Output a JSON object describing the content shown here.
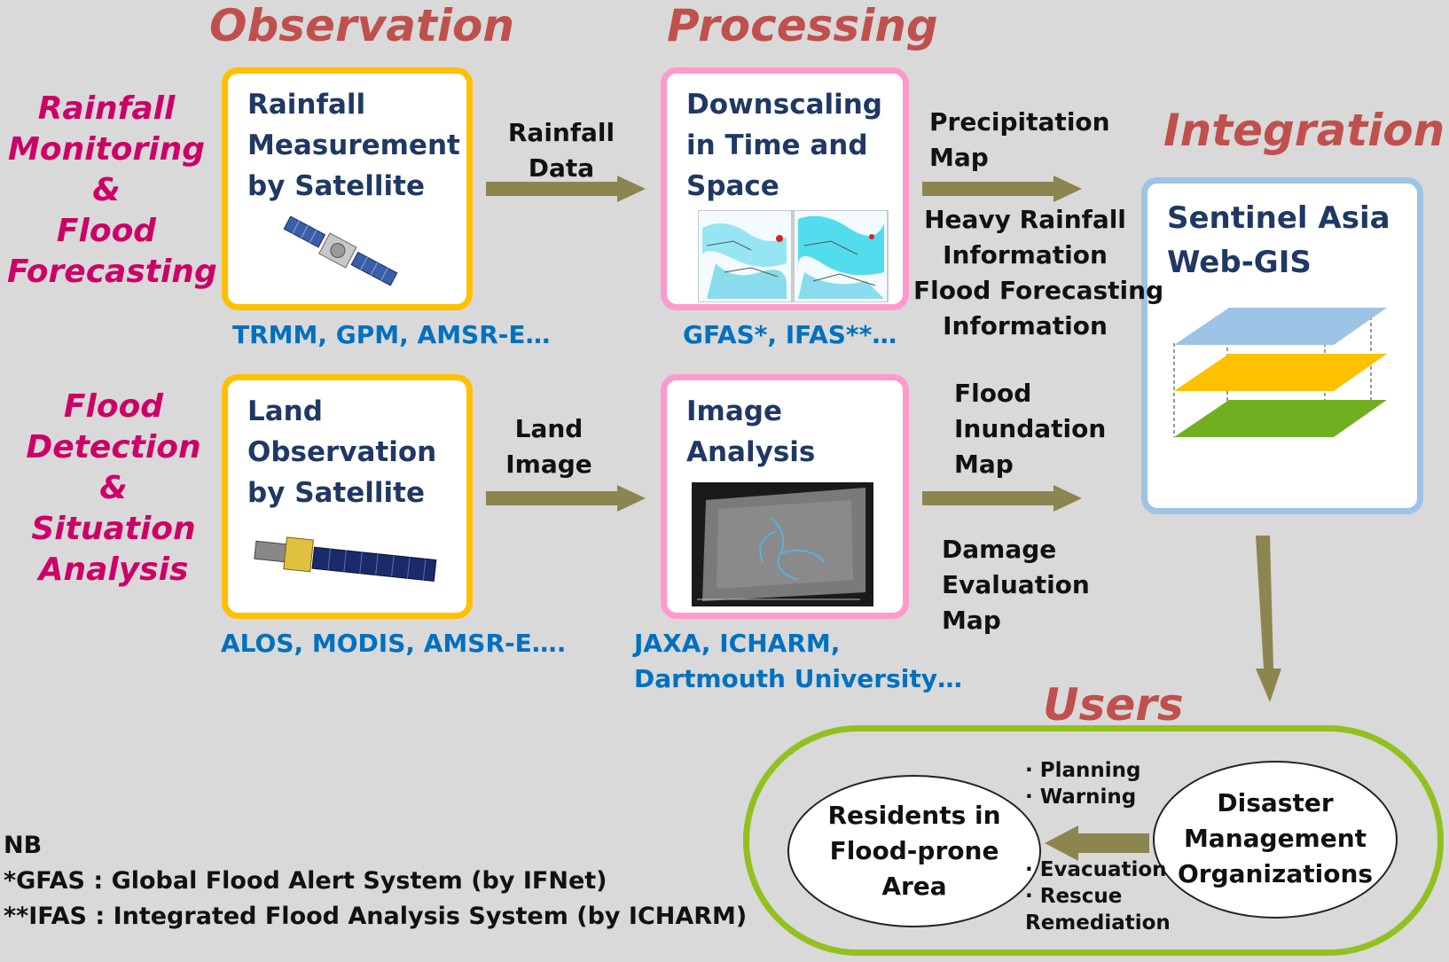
{
  "headings": {
    "observation": "Observation",
    "processing": "Processing",
    "integration": "Integration",
    "users": "Users"
  },
  "row_labels": {
    "rainfall": [
      "Rainfall",
      "Monitoring",
      "&",
      "Flood",
      "Forecasting"
    ],
    "flood": [
      "Flood",
      "Detection",
      "&",
      "Situation",
      "Analysis"
    ]
  },
  "boxes": {
    "rainfall_measurement": [
      "Rainfall",
      "Measurement",
      "by Satellite"
    ],
    "downscaling": [
      "Downscaling",
      "in Time and",
      "Space"
    ],
    "land_observation": [
      "Land",
      "Observation",
      "by Satellite"
    ],
    "image_analysis": [
      "Image",
      "Analysis"
    ],
    "web_gis": [
      "Sentinel Asia",
      "Web-GIS"
    ]
  },
  "sources": {
    "rainfall_sat": "TRMM, GPM, AMSR-E…",
    "downscaling": "GFAS*, IFAS**…",
    "land_sat": "ALOS, MODIS, AMSR-E….",
    "image_analysis": [
      "JAXA, ICHARM,",
      "Dartmouth University…"
    ]
  },
  "arrow_labels": {
    "rainfall_data": [
      "Rainfall",
      "Data"
    ],
    "land_image": [
      "Land",
      "Image"
    ],
    "precipitation_map": [
      "Precipitation",
      "Map"
    ],
    "heavy_rainfall": [
      "Heavy Rainfall",
      "Information",
      "Flood Forecasting",
      "Information"
    ],
    "flood_inundation": [
      "Flood",
      "Inundation",
      "Map"
    ],
    "damage_evaluation": [
      "Damage",
      "Evaluation",
      "Map"
    ]
  },
  "users": {
    "residents": [
      "Residents in",
      "Flood-prone",
      "Area"
    ],
    "dmo": [
      "Disaster",
      "Management",
      "Organizations"
    ],
    "bullets_top": [
      "· Planning",
      "· Warning"
    ],
    "bullets_bottom": [
      "· Evacuation",
      "· Rescue",
      "Remediation"
    ]
  },
  "notes": [
    "NB",
    "*GFAS  : Global Flood Alert System (by IFNet)",
    "**IFAS   : Integrated Flood Analysis System (by ICHARM)"
  ],
  "colors": {
    "heading": "#c0504d",
    "row_label": "#cc0066",
    "box_title": "#1f3864",
    "source": "#0070c0",
    "arrow": "#8c8550",
    "obs_border": "#ffc000",
    "proc_border": "#ff99cc",
    "int_border": "#9dc3e6",
    "users_border": "#92c01f",
    "layer_blue": "#9dc3e6",
    "layer_yellow": "#ffc000",
    "layer_green": "#70b020"
  }
}
